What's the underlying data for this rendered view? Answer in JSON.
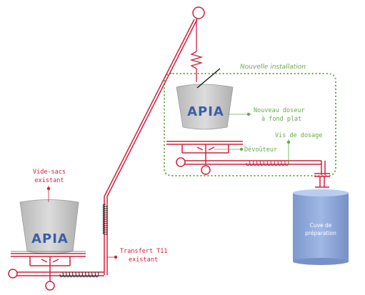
{
  "labels": {
    "vide_sacs": [
      "Vide-sacs",
      "existant"
    ],
    "transfert": [
      "Transfert T11",
      "existant"
    ],
    "nouvelle_installation": "Nouvelle installation",
    "nouveau_doseur": [
      "Nouveau doseur",
      "à fond plat"
    ],
    "vis_dosage": "Vis de dosage",
    "devouteur": "Dévoûteur",
    "cuve": [
      "Cuve de",
      "préparation"
    ]
  },
  "logo_text": "APIA",
  "colors": {
    "existing": "#d0213d",
    "new": "#6aa84f",
    "hopper": "#c9c9c9",
    "tank": "#8ea9db",
    "logo_blue": "#3a5ea8"
  }
}
